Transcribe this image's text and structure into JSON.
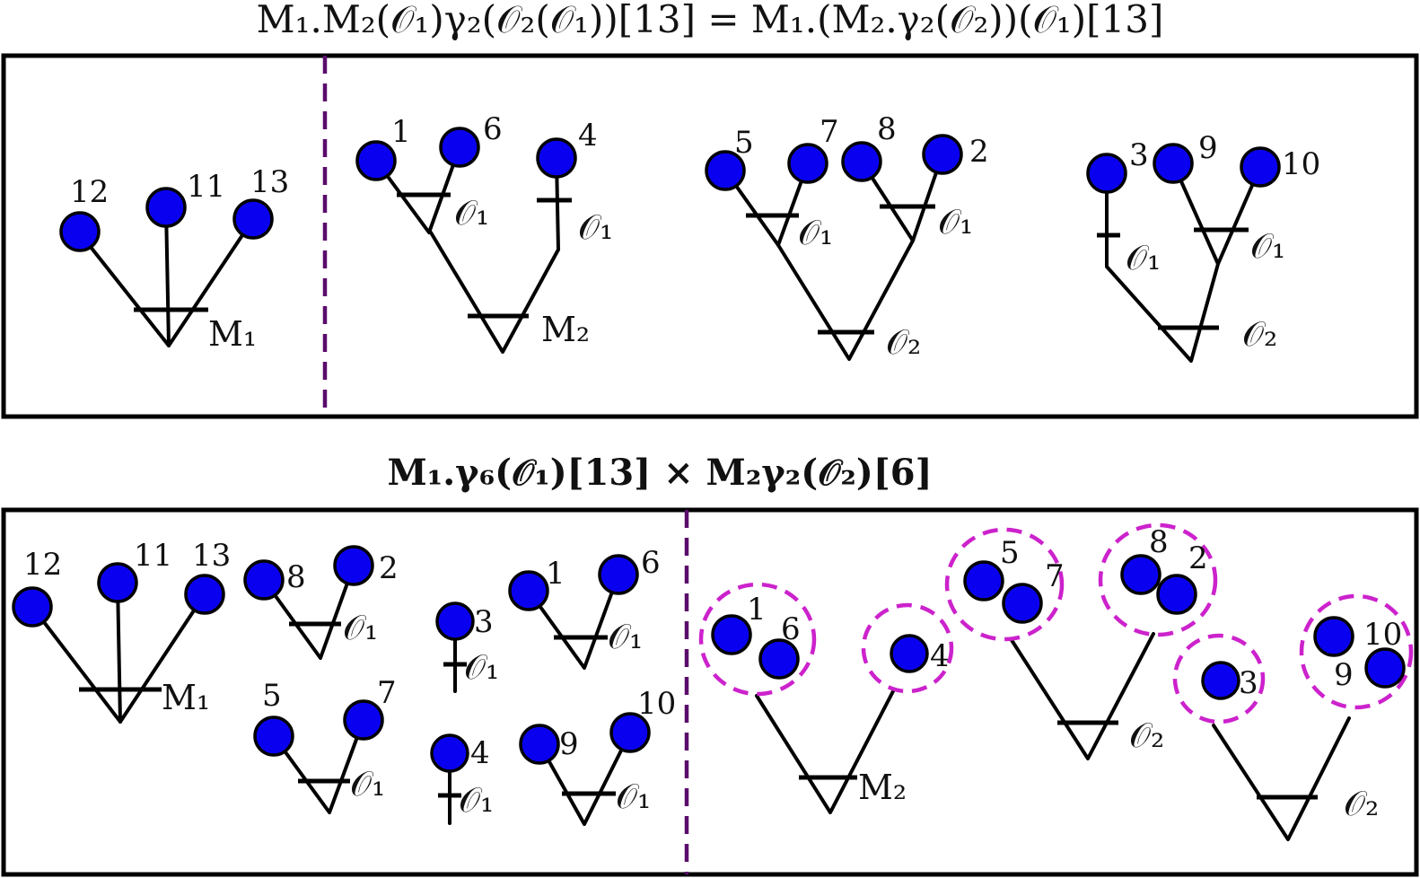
{
  "titles": {
    "top": "M₁.M₂(𝒪₁)γ₂(𝒪₂(𝒪₁))[13] = M₁.(M₂.γ₂(𝒪₂))(𝒪₁)[13]",
    "bottom": "M₁.γ₆(𝒪₁)[13] × M₂γ₂(𝒪₂)[6]"
  },
  "labels": {
    "M1": "M₁",
    "M2": "M₂",
    "O1": "𝒪₁",
    "O2": "𝒪₂"
  },
  "leaf_numbers": {
    "n1": "1",
    "n2": "2",
    "n3": "3",
    "n4": "4",
    "n5": "5",
    "n6": "6",
    "n7": "7",
    "n8": "8",
    "n9": "9",
    "n10": "10",
    "n11": "11",
    "n12": "12",
    "n13": "13"
  },
  "colors": {
    "leaf": "#0a00f0",
    "panel_divider": "#5a0c6b",
    "group_ring": "#cc22cc",
    "edge": "#000000"
  }
}
